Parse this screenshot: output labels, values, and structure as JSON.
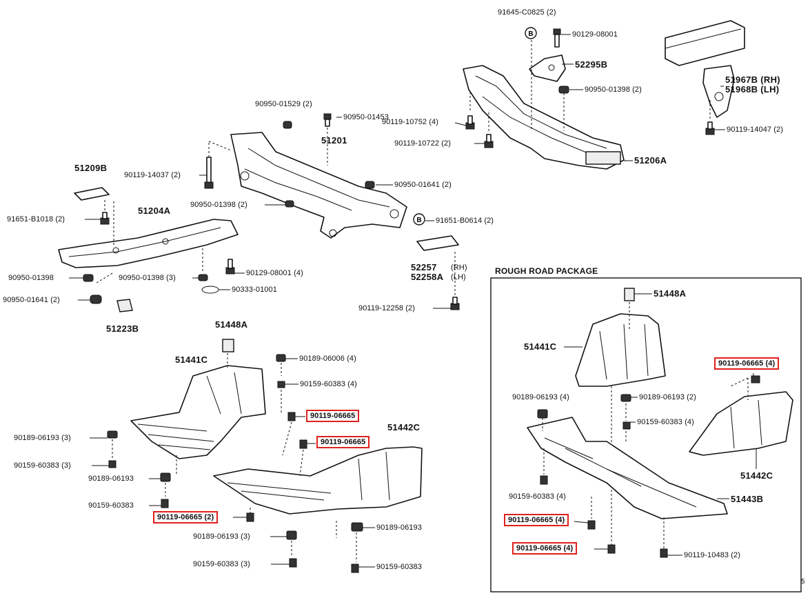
{
  "labels": {
    "p91645": "91645-C0825 (2)",
    "p90129a": "90129-08001",
    "p52295b": "52295B",
    "p51967b": "51967B (RH)",
    "p51968b": "51968B (LH)",
    "p90950_01398_a": "90950-01398 (2)",
    "p90119_10752": "90119-10752 (4)",
    "p90119_10722": "90119-10722 (2)",
    "p51206a": "51206A",
    "p90119_14047": "90119-14047 (2)",
    "p90950_01529": "90950-01529 (2)",
    "p90950_01453": "90950-01453",
    "p51201": "51201",
    "p51209b": "51209B",
    "p90119_14037": "90119-14037 (2)",
    "p90950_01641_a": "90950-01641 (2)",
    "p90950_01398_b": "90950-01398 (2)",
    "p51204a": "51204A",
    "p91651_b1018": "91651-B1018 (2)",
    "p91651_b0614": "91651-B0614 (2)",
    "p52257": "52257",
    "p52257_rh": "(RH)",
    "p52258a": "52258A",
    "p52258a_lh": "(LH)",
    "p90129_08001_4": "90129-08001 (4)",
    "p90950_01398_c": "90950-01398",
    "p90950_01398_3": "90950-01398 (3)",
    "p90333": "90333-01001",
    "p90950_01641_b": "90950-01641 (2)",
    "p51223b": "51223B",
    "p90119_12258": "90119-12258 (2)",
    "p51448a_l": "51448A",
    "p51441c_l": "51441C",
    "p90189_06006": "90189-06006 (4)",
    "p90159_60383_4a": "90159-60383 (4)",
    "p90119_06665_a": "90119-06665",
    "p90119_06665_b": "90119-06665",
    "p51442c_l": "51442C",
    "p90189_06193_3a": "90189-06193 (3)",
    "p90159_60383_3a": "90159-60383 (3)",
    "p90189_06193_a": "90189-06193",
    "p90159_60383_a": "90159-60383",
    "p90119_06665_2": "90119-06665 (2)",
    "p90189_06193_3b": "90189-06193 (3)",
    "p90189_06193_b": "90189-06193",
    "p90159_60383_3b": "90159-60383 (3)",
    "p90159_60383_b": "90159-60383",
    "rough_title": "ROUGH ROAD PACKAGE",
    "p51448a_r": "51448A",
    "p51441c_r": "51441C",
    "p90119_06665_4a": "90119-06665 (4)",
    "p90189_06193_4": "90189-06193 (4)",
    "p90189_06193_2": "90189-06193 (2)",
    "p90159_60383_4b": "90159-60383 (4)",
    "p51442c_r": "51442C",
    "p90159_60383_4c": "90159-60383 (4)",
    "p51443b": "51443B",
    "p90119_06665_4b": "90119-06665 (4)",
    "p90119_06665_4c": "90119-06665 (4)",
    "p90119_10483": "90119-10483 (2)",
    "circle_b": "B",
    "corner_num": "5"
  },
  "colors": {
    "highlight": "#e0201b",
    "line": "#111111",
    "background": "#ffffff"
  }
}
